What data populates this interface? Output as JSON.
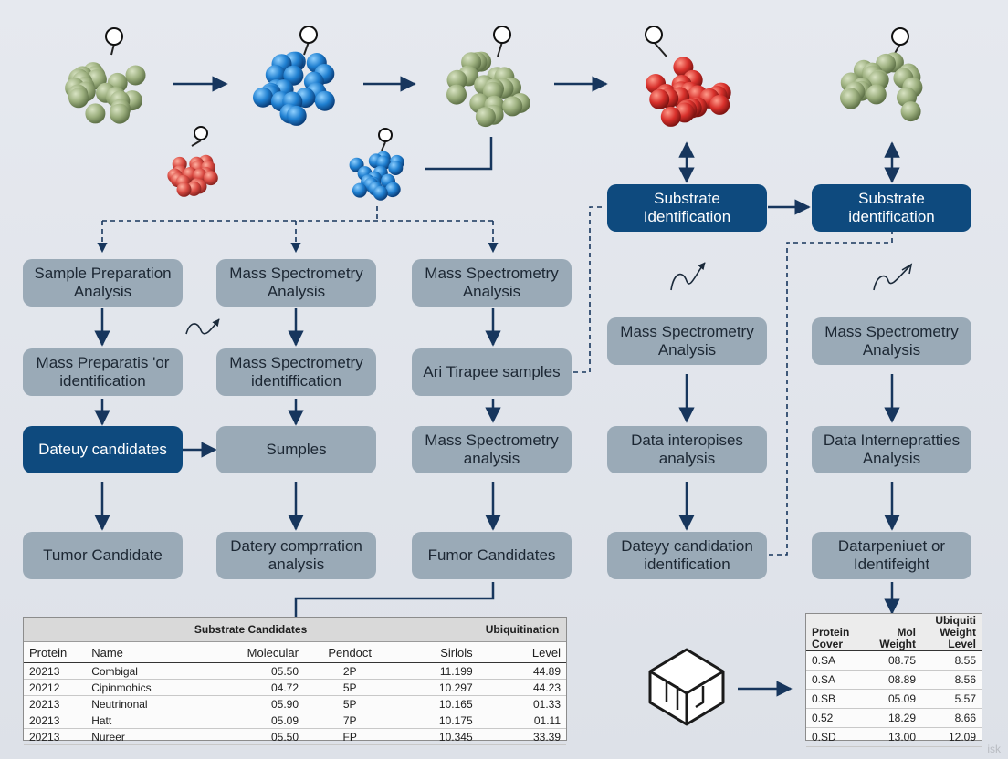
{
  "nodes": {
    "col1": [
      "Sample Preparation\nAnalysis",
      "Mass Preparatis 'or\nidentification",
      "Dateuy candidates",
      "Tumor Candidate"
    ],
    "col2": [
      "Mass Spectrometry\nAnalysis",
      "Mass Spectrometry\nidentiffication",
      "Sumples",
      "Datery comprration\nanalysis"
    ],
    "col3": [
      "Mass Spectrometry\nAnalysis",
      "Ari Tirapee samples",
      "Mass Spectrometry\nanalysis",
      "Fumor Candidates"
    ],
    "col4": [
      "Substrate\nIdentification",
      "Mass Spectrometry\nAnalysis",
      "Data interopises\nanalysis",
      "Dateyy candidation\nidentification"
    ],
    "col5": [
      "Substrate\nidentification",
      "Mass Spectrometry\nAnalysis",
      "Data Internepratties\nAnalysis",
      "Datarpeniuet or\nIdentifeight"
    ]
  },
  "colors": {
    "gray_node": "#9aaab7",
    "blue_node": "#0e4a7e",
    "arrow": "#17365d",
    "molecule_green": "#9caf7e",
    "molecule_blue": "#1f7fd0",
    "molecule_red": "#d8302b"
  },
  "icons": [
    "molecule-green",
    "molecule-blue",
    "molecule-red",
    "squiggle-arrow",
    "cube-icon"
  ],
  "left_table": {
    "group_headers": [
      "Substrate Candidates",
      "Ubiquitination"
    ],
    "columns": [
      "Protein",
      "Name",
      "Molecular",
      "Pendoct",
      "Sirlols",
      "Level"
    ],
    "rows": [
      [
        "20213",
        "Combigal",
        "05.50",
        "2P",
        "11.199",
        "44.89"
      ],
      [
        "20212",
        "Cipinmohics",
        "04.72",
        "5P",
        "10.297",
        "44.23"
      ],
      [
        "20213",
        "Neutrinonal",
        "05.90",
        "5P",
        "10.165",
        "01.33"
      ],
      [
        "20213",
        "Hatt",
        "05.09",
        "7P",
        "10.175",
        "01.11"
      ],
      [
        "20213",
        "Nureer",
        "05.50",
        "FP",
        "10.345",
        "33.39"
      ]
    ]
  },
  "right_table": {
    "columns": [
      "Protein\nCover",
      "Mol\nWeight",
      "Ubiquiti\nWeight\nLevel"
    ],
    "rows": [
      [
        "0.SA",
        "08.75",
        "8.55"
      ],
      [
        "0.SA",
        "08.89",
        "8.56"
      ],
      [
        "0.SB",
        "05.09",
        "5.57"
      ],
      [
        "0.52",
        "18.29",
        "8.66"
      ],
      [
        "0.SD",
        "13.00",
        "12.09"
      ]
    ]
  },
  "watermark": "isk"
}
